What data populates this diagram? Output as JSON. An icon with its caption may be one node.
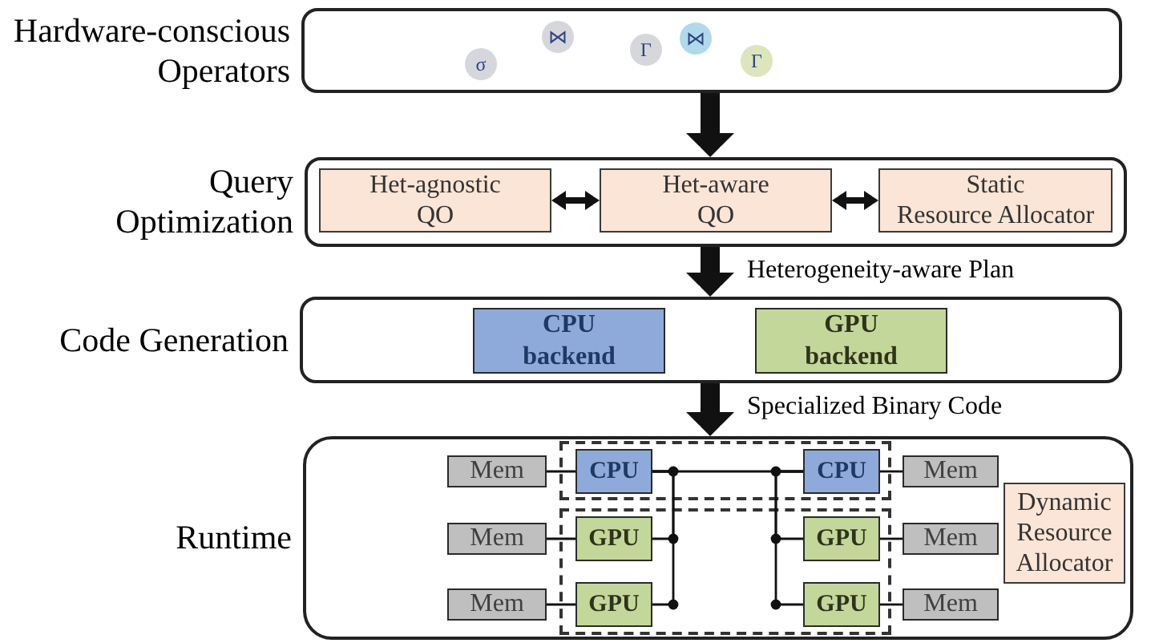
{
  "diagram": {
    "nodes": [
      {
        "text": [
          "Hardware-conscious Operators"
        ]
      },
      {
        "text": [
          "σ"
        ],
        "in": 0
      },
      {
        "text": [
          "⋈"
        ],
        "in": 0
      },
      {
        "text": [
          "Γ"
        ],
        "in": 0
      },
      {
        "text": [
          "⋈"
        ],
        "in": 0
      },
      {
        "text": [
          "Γ"
        ],
        "in": 0
      },
      {
        "text": [
          "Query Optimization"
        ]
      },
      {
        "text": [
          "Het-agnostic QO"
        ],
        "in": 6
      },
      {
        "text": [
          "Het-aware QO"
        ],
        "in": 6
      },
      {
        "text": [
          "Static Resource Allocator"
        ],
        "in": 6
      },
      {
        "text": [
          "Code Generation"
        ]
      },
      {
        "text": [
          "CPU backend"
        ],
        "in": 10
      },
      {
        "text": [
          "GPU backend"
        ],
        "in": 10
      },
      {
        "text": [
          "Runtime"
        ]
      },
      {
        "text": [],
        "shape": "box",
        "in": 13
      },
      {
        "text": [
          "Mem"
        ],
        "in": 13
      },
      {
        "text": [
          "CPU"
        ],
        "in": 14
      },
      {
        "text": [
          "CPU"
        ],
        "in": 14
      },
      {
        "text": [
          "Mem"
        ],
        "in": 13
      },
      {
        "text": [
          "Dynamic Resource Allocator"
        ],
        "in": 13
      },
      {
        "text": [],
        "shape": "box",
        "in": 13
      },
      {
        "text": [
          "Mem"
        ],
        "in": 13
      },
      {
        "text": [
          "GPU"
        ],
        "in": 20
      },
      {
        "text": [
          "GPU"
        ],
        "in": 20
      },
      {
        "text": [
          "Mem"
        ],
        "in": 13
      },
      {
        "text": [
          "Mem"
        ],
        "in": 13
      },
      {
        "text": [
          "GPU"
        ],
        "in": 20
      },
      {
        "text": [
          "GPU"
        ],
        "in": 20
      },
      {
        "text": [
          "Mem"
        ],
        "in": 13
      }
    ],
    "edges": [
      {
        "from": 0,
        "to": 6,
        "arrow": "to",
        "style": "thick"
      },
      {
        "from": 7,
        "to": 8,
        "arrow": "both",
        "style": "thick"
      },
      {
        "from": 8,
        "to": 9,
        "arrow": "both",
        "style": "thick"
      },
      {
        "from": 6,
        "to": 10,
        "arrow": "to",
        "style": "thick",
        "label": "Heterogeneity-aware Plan"
      },
      {
        "from": 10,
        "to": 13,
        "arrow": "to",
        "style": "thick",
        "label": "Specialized Binary Code"
      },
      {
        "from": 15,
        "to": 16,
        "arrow": "none"
      },
      {
        "from": 16,
        "to": 17,
        "arrow": "none"
      },
      {
        "from": 17,
        "to": 18,
        "arrow": "none"
      },
      {
        "from": 21,
        "to": 22,
        "arrow": "none"
      },
      {
        "from": 23,
        "to": 24,
        "arrow": "none"
      },
      {
        "from": 25,
        "to": 26,
        "arrow": "none"
      },
      {
        "from": 27,
        "to": 28,
        "arrow": "none"
      },
      {
        "from": 16,
        "to": 22,
        "arrow": "none"
      },
      {
        "from": 16,
        "to": 26,
        "arrow": "none"
      },
      {
        "from": 17,
        "to": 23,
        "arrow": "none"
      },
      {
        "from": 17,
        "to": 27,
        "arrow": "none"
      }
    ]
  }
}
